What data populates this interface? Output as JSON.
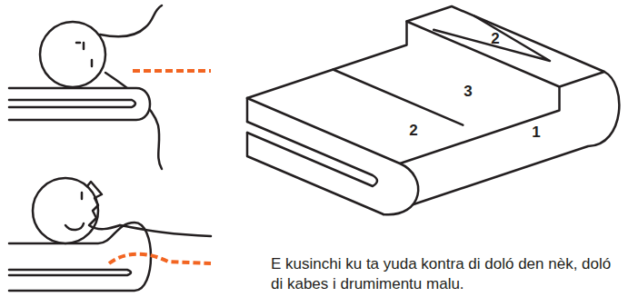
{
  "diagram": {
    "caption": "E kusinchi ku ta yuda kontra di doló den nèk, doló di kabes i drumimentu malu.",
    "labels": [
      "2",
      "3",
      "2",
      "1"
    ]
  }
}
